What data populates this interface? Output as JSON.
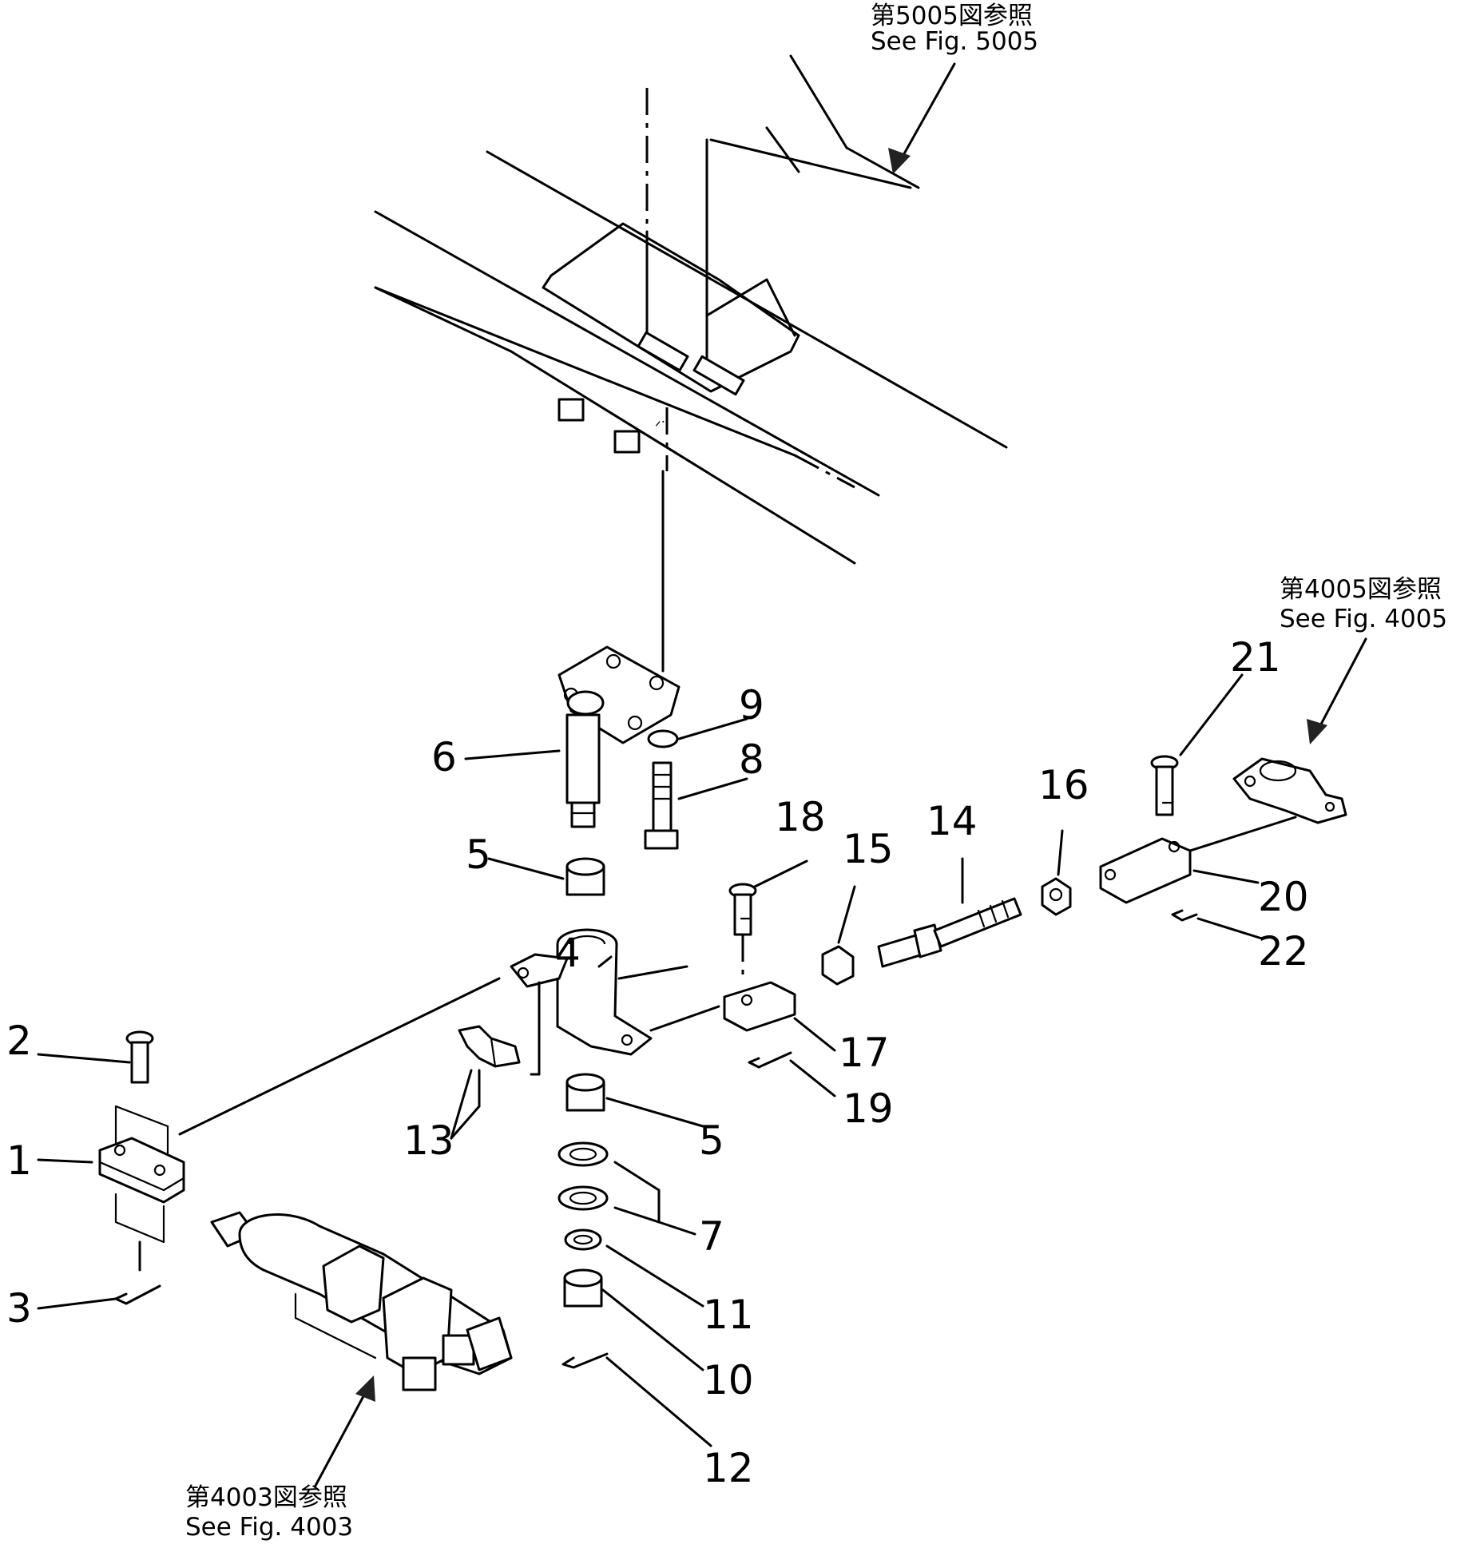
{
  "references": [
    {
      "jp": "第5005図参照",
      "en": "See  Fig. 5005"
    },
    {
      "jp": "第4005図参照",
      "en": "See  Fig. 4005"
    },
    {
      "jp": "第4003図参照",
      "en": "See  Fig. 4003"
    }
  ],
  "parts": [
    "1",
    "2",
    "3",
    "4",
    "5",
    "5",
    "6",
    "7",
    "8",
    "9",
    "10",
    "11",
    "12",
    "13",
    "14",
    "15",
    "16",
    "17",
    "18",
    "19",
    "20",
    "21",
    "22"
  ]
}
